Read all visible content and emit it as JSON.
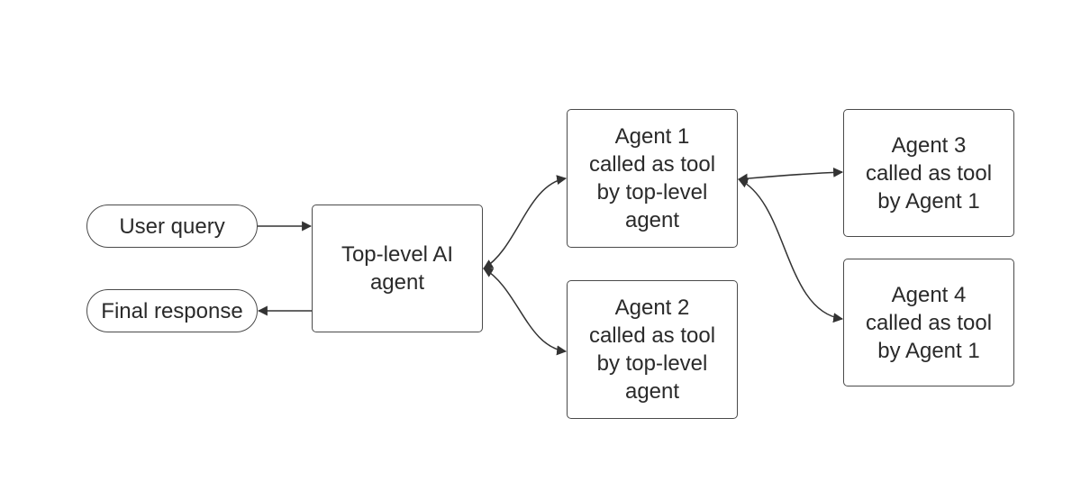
{
  "nodes": {
    "user_query": "User query",
    "final_response": "Final response",
    "top_level_agent": "Top-level AI\nagent",
    "agent_1": "Agent 1\ncalled as tool\nby top-level\nagent",
    "agent_2": "Agent 2\ncalled as tool\nby top-level\nagent",
    "agent_3": "Agent 3\ncalled as tool\nby Agent 1",
    "agent_4": "Agent 4\ncalled as tool\nby Agent 1"
  },
  "colors": {
    "line": "#333333",
    "border": "#4a4a4a",
    "text": "#2a2a2a",
    "background": "#ffffff"
  }
}
